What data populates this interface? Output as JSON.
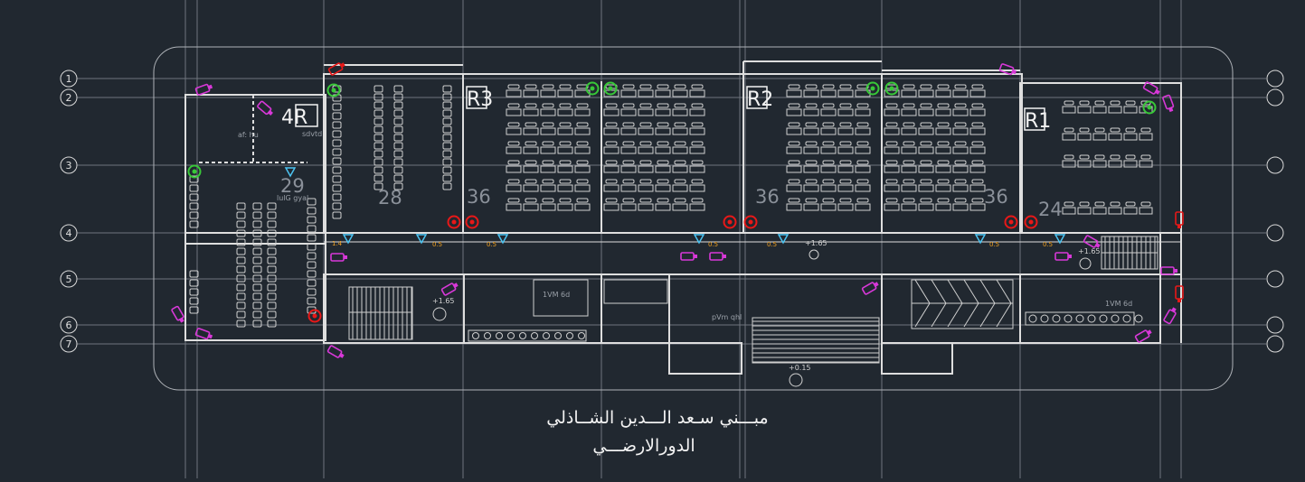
{
  "title_lines": [
    "مبـــني سـعد الـــدين الشــاذلي",
    "الدورالارضـــي"
  ],
  "grid_bubbles": [
    "1",
    "2",
    "3",
    "4",
    "5",
    "6",
    "7"
  ],
  "rooms": [
    {
      "tag": "4R",
      "number": "29"
    },
    {
      "tag": "",
      "number": "28"
    },
    {
      "tag": "R3",
      "number": "36"
    },
    {
      "tag": "R2",
      "number": "36"
    },
    {
      "tag": "",
      "number": "36"
    },
    {
      "tag": "R1",
      "number": "24"
    }
  ],
  "levels": [
    "+1.65",
    "+1.65",
    "+1.65",
    "+0.15"
  ],
  "small_labels": [
    "0.5",
    "0.5",
    "0.5",
    "0.5",
    "0.5",
    "0.5",
    "1.4"
  ],
  "faint_labels": [
    "sdvtd",
    "af: hu",
    "lulG gyal",
    "1VM 6d",
    "1VM 6d",
    "pVm qhl"
  ],
  "colors": {
    "background": "#212830",
    "lines": "#d9d9d9",
    "grid": "#7c828b",
    "camera": "#d838d8",
    "ptz_camera": "#e81818",
    "wifi": "#4cc4f2",
    "detector_green": "#38c838",
    "detector_red": "#e81818",
    "label_orange": "#f0a020"
  }
}
